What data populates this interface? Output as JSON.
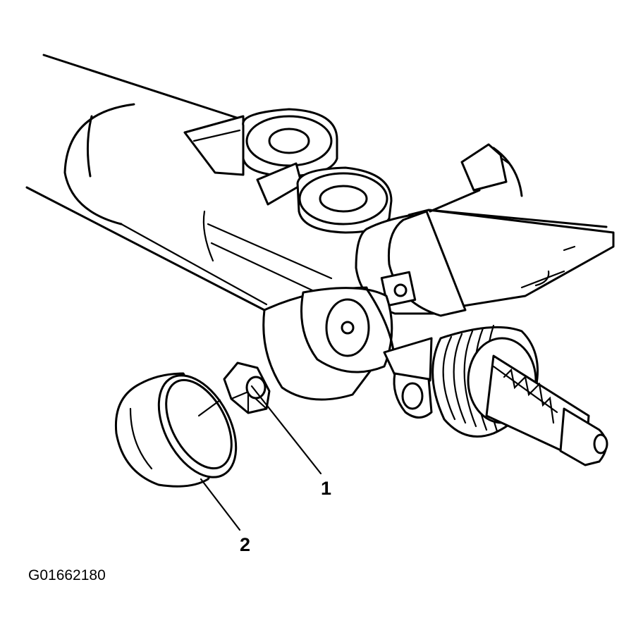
{
  "diagram": {
    "callouts": [
      {
        "id": "1",
        "label": "1"
      },
      {
        "id": "2",
        "label": "2"
      }
    ],
    "figure_id": "G01662180"
  }
}
